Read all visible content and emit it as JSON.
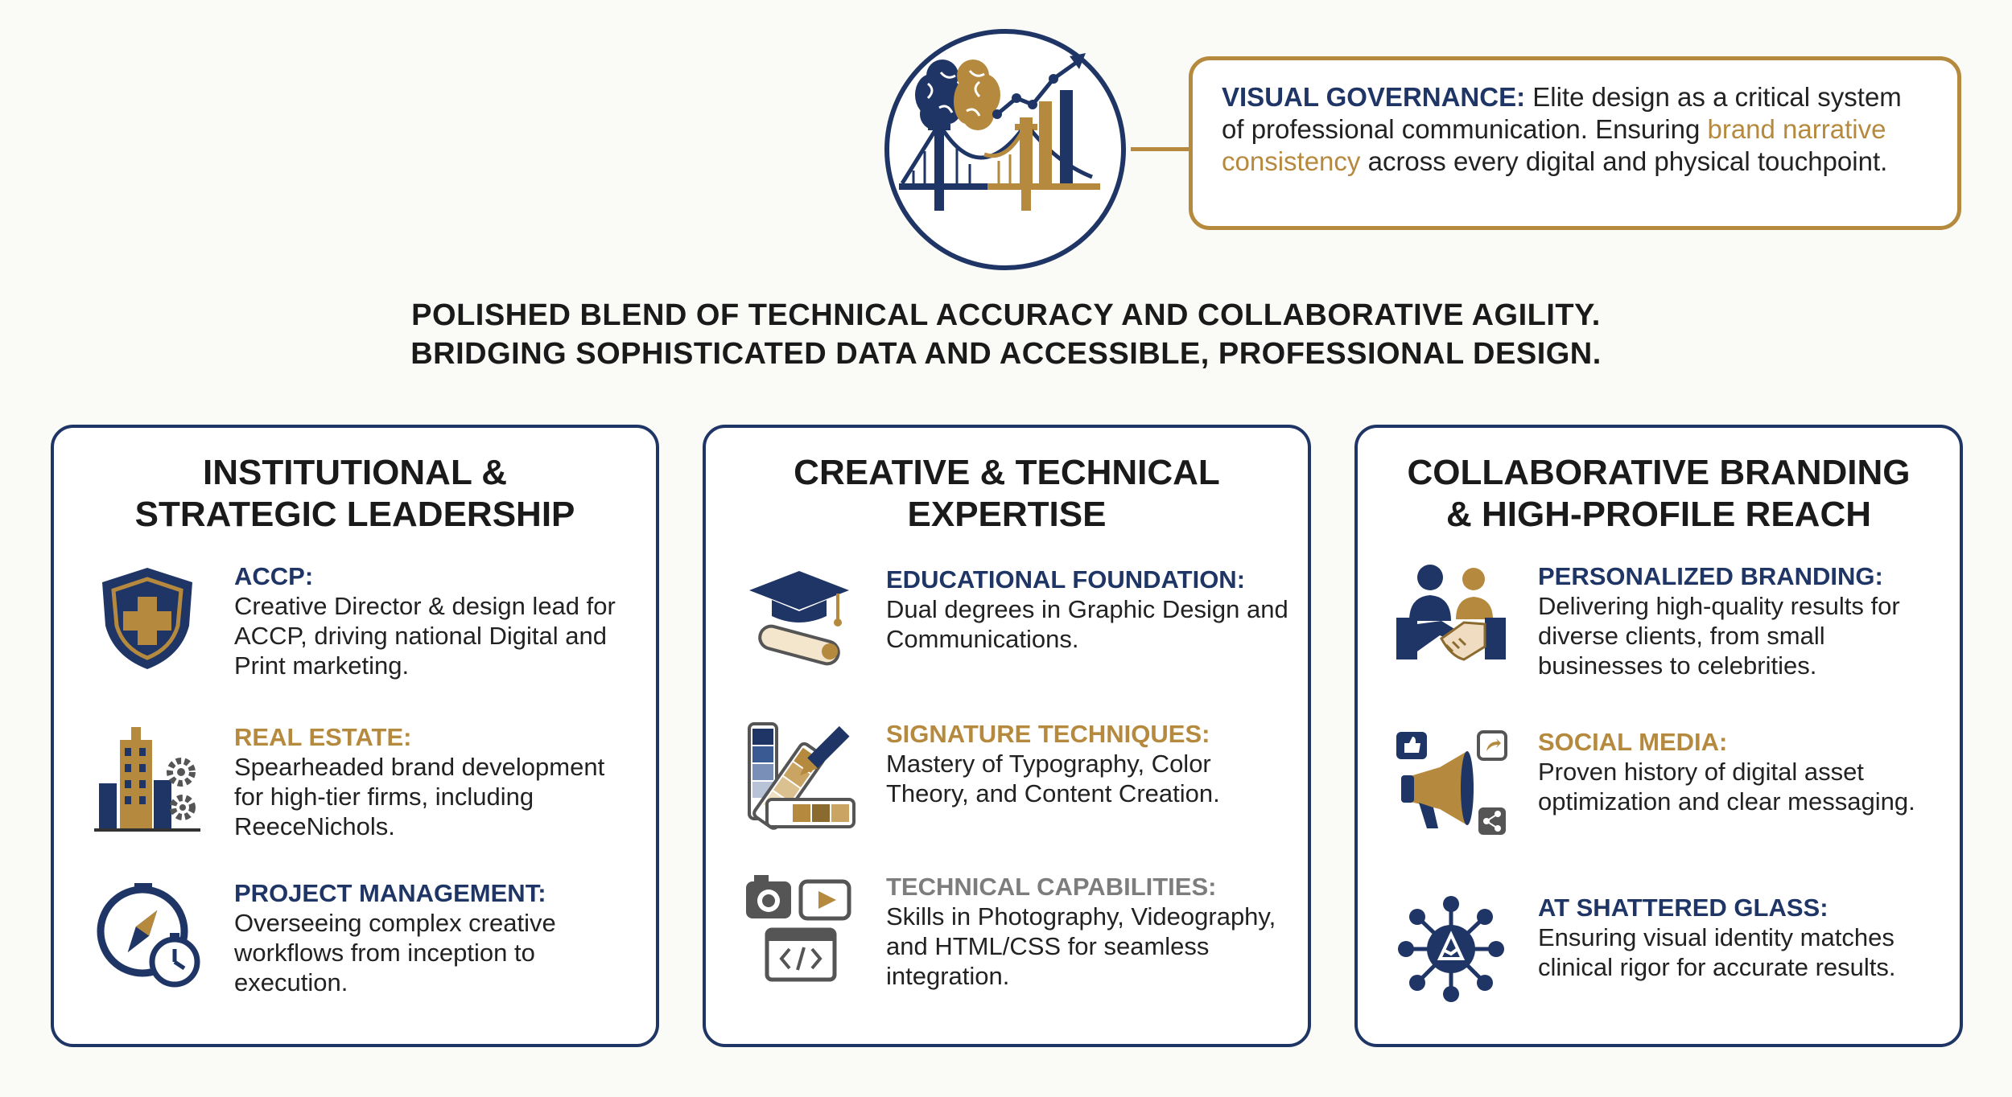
{
  "governance": {
    "label": "VISUAL GOVERNANCE:",
    "text_1": " Elite design as a critical system of professional communication. Ensuring ",
    "highlight": "brand narrative consistency",
    "text_2": " across every digital and physical touchpoint."
  },
  "headline": {
    "line1": "POLISHED BLEND OF TECHNICAL ACCURACY AND COLLABORATIVE AGILITY.",
    "line2": "BRIDGING SOPHISTICATED DATA AND ACCESSIBLE, PROFESSIONAL DESIGN."
  },
  "cards": [
    {
      "title_1": "INSTITUTIONAL &",
      "title_2": "STRATEGIC LEADERSHIP",
      "items": [
        {
          "label": "ACCP:",
          "desc": "Creative Director & design lead for ACCP, driving national Digital and Print marketing.",
          "icon": "shield-cross-icon"
        },
        {
          "label": "REAL ESTATE:",
          "desc": "Spearheaded brand development for high-tier firms, including ReeceNichols.",
          "icon": "building-gears-icon"
        },
        {
          "label": "PROJECT MANAGEMENT:",
          "desc": "Overseeing complex creative workflows from inception to execution.",
          "icon": "compass-stopwatch-icon"
        }
      ]
    },
    {
      "title_1": "CREATIVE & TECHNICAL",
      "title_2": "EXPERTISE",
      "items": [
        {
          "label": "EDUCATIONAL FOUNDATION:",
          "desc": "Dual degrees in Graphic Design and Communications.",
          "icon": "graduation-cap-icon"
        },
        {
          "label": "SIGNATURE TECHNIQUES:",
          "desc": "Mastery of Typography, Color Theory, and Content Creation.",
          "icon": "color-swatch-pen-icon"
        },
        {
          "label": "TECHNICAL CAPABILITIES:",
          "desc": "Skills in Photography, Videography, and HTML/CSS for seamless integration.",
          "icon": "camera-video-code-icon"
        }
      ]
    },
    {
      "title_1": "COLLABORATIVE BRANDING",
      "title_2": "& HIGH-PROFILE REACH",
      "items": [
        {
          "label": "PERSONALIZED BRANDING:",
          "desc": "Delivering high-quality results for diverse clients, from small businesses to celebrities.",
          "icon": "handshake-icon"
        },
        {
          "label": "SOCIAL MEDIA:",
          "desc": "Proven history of digital asset optimization and clear messaging.",
          "icon": "megaphone-social-icon"
        },
        {
          "label": "AT SHATTERED GLASS:",
          "desc": "Ensuring visual identity matches clinical rigor for accurate results.",
          "icon": "network-hub-icon"
        }
      ]
    }
  ],
  "colors": {
    "navy": "#1e3565",
    "gold": "#b68a3e",
    "gray": "#7d7d7d"
  }
}
